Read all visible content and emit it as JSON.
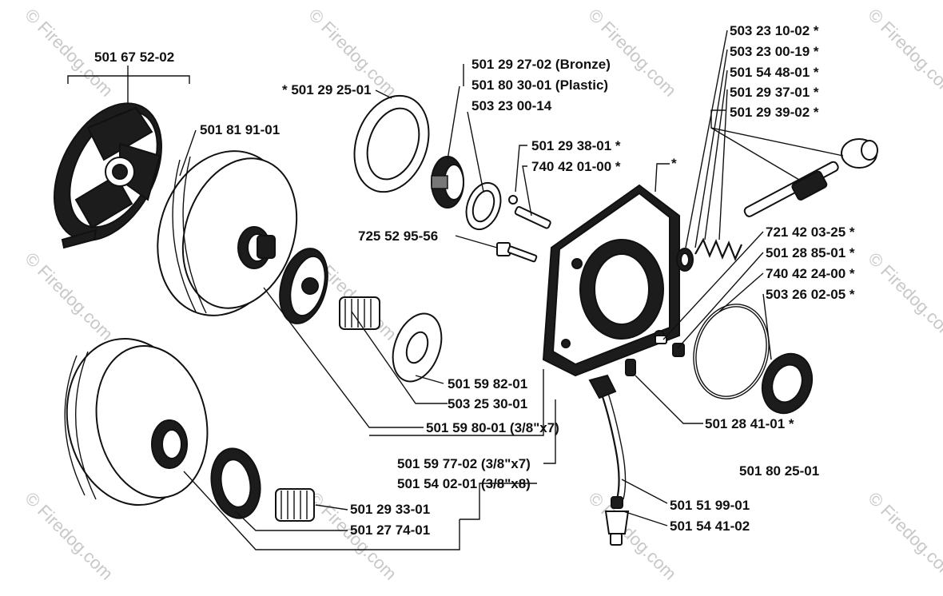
{
  "watermark": {
    "text": "© Firedog.com"
  },
  "labels": {
    "clutch_assembly": "501 67 52-02",
    "p501812901": "501 81 91-01",
    "p50129250": "* 501 29 25-01",
    "bronze": "501 29 27-02 (Bronze)",
    "plastic": "501 80 30-01 (Plastic)",
    "p50323014": "503 23 00-14",
    "p50129381": "501 29 38-01 *",
    "p74042010": "740 42 01-00 *",
    "p72552956": "725 52 95-56",
    "star_pump": "*",
    "p50323102": "503 23 10-02 *",
    "p50323019": "503 23 00-19 *",
    "p50154481": "501 54 48-01 *",
    "p50129371": "501 29 37-01 *",
    "p50129392": "501 29 39-02 *",
    "p72142325": "721 42 03-25 *",
    "p50128851": "501 28 85-01 *",
    "p74042240": "740 42 24-00 *",
    "p50326025": "503 26 02-05 *",
    "p50159821": "501 59 82-01",
    "p50325301": "503 25 30-01",
    "p50159801": "501 59 80-01 (3/8\"x7)",
    "p50128411": "501 28 41-01 *",
    "p50159772": "501 59 77-02 (3/8\"x7)",
    "p50154021": "501 54 02-01 (3/8\"x8)",
    "p50180251": "501 80 25-01",
    "p50151991": "501 51 99-01",
    "p50154412": "501 54 41-02",
    "p50129331": "501 29 33-01",
    "p50127741": "501 27 74-01"
  }
}
